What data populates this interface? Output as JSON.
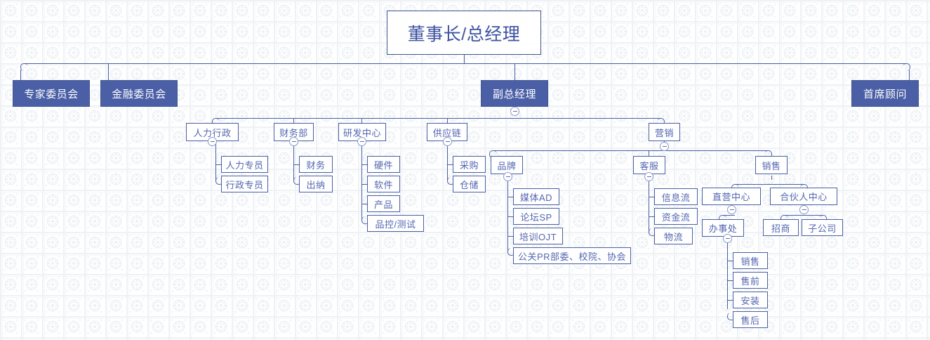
{
  "chart": {
    "type": "org-chart",
    "title": "董事长/总经理",
    "accent_filled": "#4a5fa5",
    "accent_outline": "#5566b0",
    "toggle_icon": "collapse-minus-icon"
  },
  "root": {
    "label": "董事长/总经理"
  },
  "level1": [
    {
      "label": "专家委员会"
    },
    {
      "label": "金融委员会"
    },
    {
      "label": "副总经理"
    },
    {
      "label": "首席顾问"
    }
  ],
  "level2": [
    {
      "label": "人力行政"
    },
    {
      "label": "财务部"
    },
    {
      "label": "研发中心"
    },
    {
      "label": "供应链"
    },
    {
      "label": "营销"
    }
  ],
  "hr_children": [
    {
      "label": "人力专员"
    },
    {
      "label": "行政专员"
    }
  ],
  "finance_children": [
    {
      "label": "财务"
    },
    {
      "label": "出纳"
    }
  ],
  "rd_children": [
    {
      "label": "硬件"
    },
    {
      "label": "软件"
    },
    {
      "label": "产品"
    },
    {
      "label": "品控/测试"
    }
  ],
  "supply_children": [
    {
      "label": "采购"
    },
    {
      "label": "仓储"
    }
  ],
  "brand": {
    "label": "品牌"
  },
  "brand_children": [
    {
      "label": "媒体AD"
    },
    {
      "label": "论坛SP"
    },
    {
      "label": "培训OJT"
    },
    {
      "label": "公关PR部委、校院、协会"
    }
  ],
  "service": {
    "label": "客服"
  },
  "service_children": [
    {
      "label": "信息流"
    },
    {
      "label": "资金流"
    },
    {
      "label": "物流"
    }
  ],
  "sales": {
    "label": "销售"
  },
  "sales_children": [
    {
      "label": "直营中心"
    },
    {
      "label": "合伙人中心"
    }
  ],
  "direct_children": [
    {
      "label": "办事处"
    }
  ],
  "partner_children": [
    {
      "label": "招商"
    },
    {
      "label": "子公司"
    }
  ],
  "office_children": [
    {
      "label": "销售"
    },
    {
      "label": "售前"
    },
    {
      "label": "安装"
    },
    {
      "label": "售后"
    }
  ]
}
